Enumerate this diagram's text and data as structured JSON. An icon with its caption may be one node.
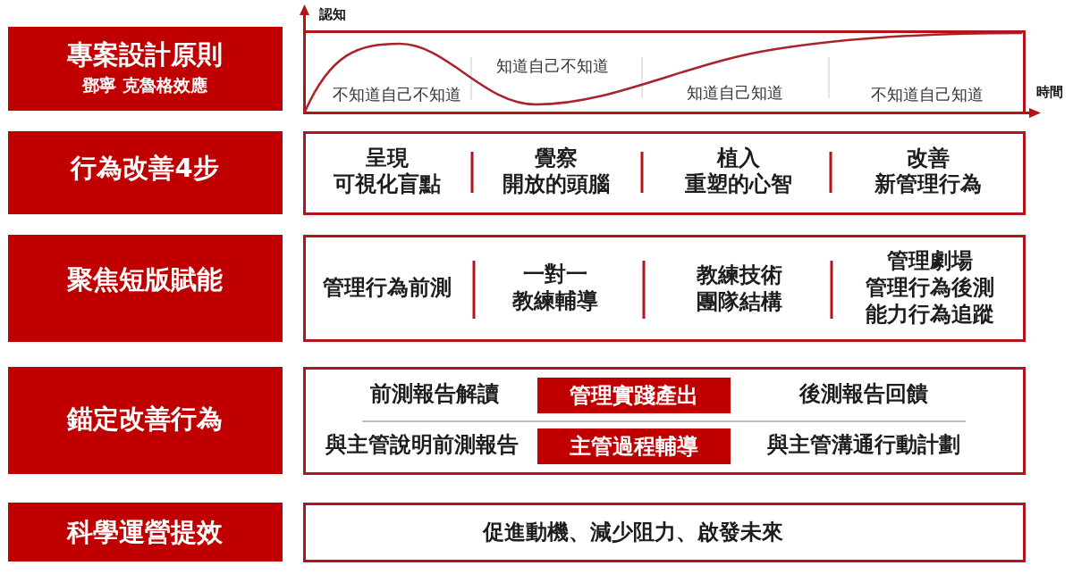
{
  "diagram": {
    "nodes": [
      {
        "text": [
          "專案設計原則",
          "鄧寧 克魯格效應"
        ]
      },
      {
        "text": [
          "不知道自己不知道",
          "知道自己不知道",
          "知道自己知道",
          "不知道自己知道"
        ]
      },
      {
        "text": [
          "行為改善4步"
        ]
      },
      {
        "text": [
          "呈現",
          "可視化盲點",
          "覺察",
          "開放的頭腦",
          "植入",
          "重塑的心智",
          "改善",
          "新管理行為"
        ]
      },
      {
        "text": [
          "聚焦短版賦能"
        ]
      },
      {
        "text": [
          "管理行為前測",
          "一對一",
          "教練輔導",
          "教練技術",
          "團隊結構",
          "管理劇場",
          "管理行為後測",
          "能力行為追蹤"
        ]
      },
      {
        "text": [
          "錨定改善行為"
        ]
      },
      {
        "text": [
          "前測報告解讀",
          "後測報告回饋",
          "與主管說明前測報告",
          "與主管溝通行動計劃"
        ]
      },
      {
        "text": [
          "管理實踐產出"
        ],
        "in": 7
      },
      {
        "text": [
          "主管過程輔導"
        ],
        "in": 7
      },
      {
        "text": [
          "科學運營提效"
        ]
      },
      {
        "text": [
          "促進動機、減少阻力、啟發未來"
        ]
      }
    ],
    "labels": [
      "認知",
      "時間"
    ]
  }
}
